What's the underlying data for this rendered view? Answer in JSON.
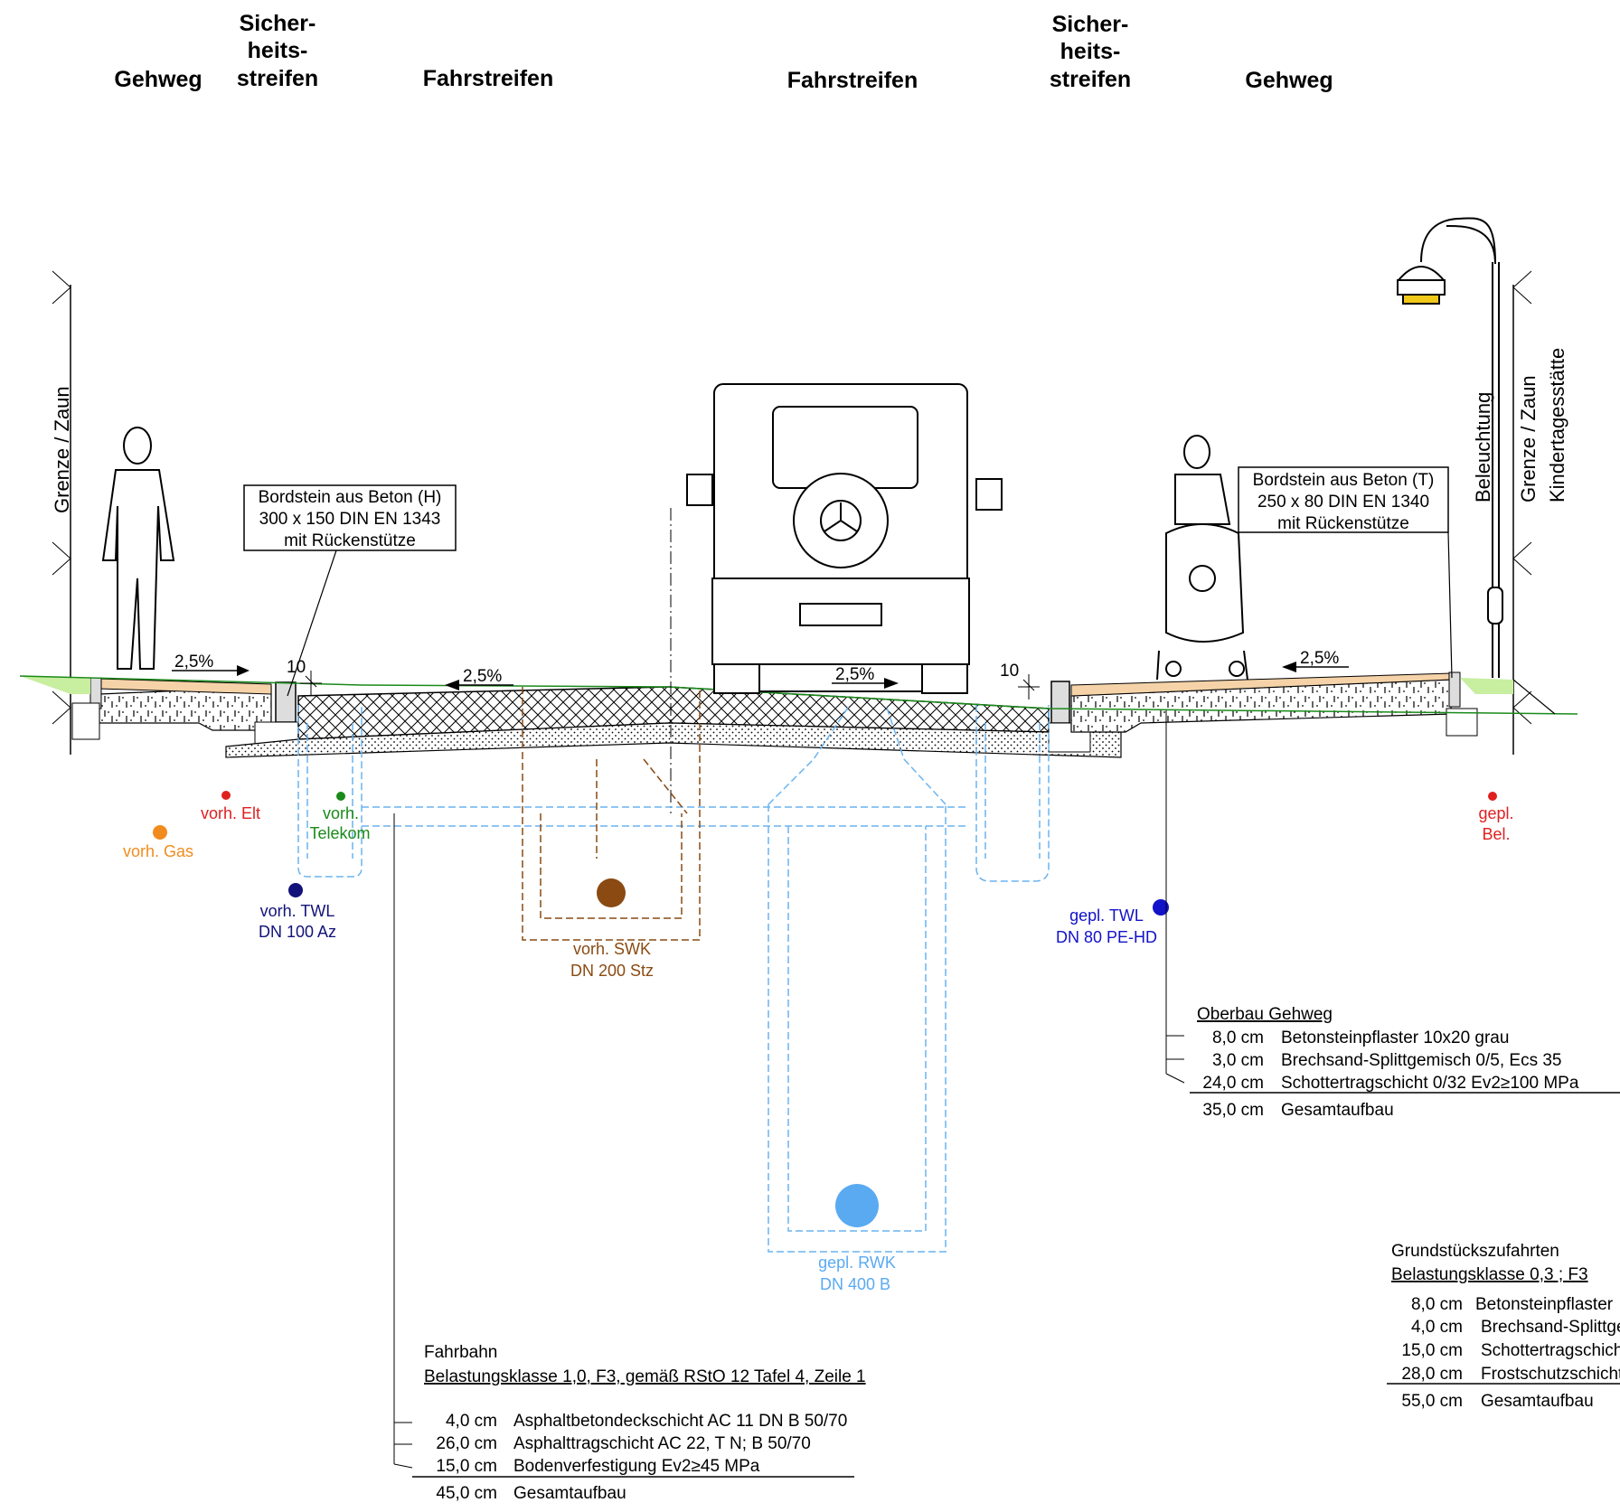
{
  "headers": {
    "gehweg_left": "Gehweg",
    "sicher_left": [
      "Sicher-",
      "heits-",
      "streifen"
    ],
    "fahr_left": "Fahrstreifen",
    "fahr_right": "Fahrstreifen",
    "sicher_right": [
      "Sicher-",
      "heits-",
      "streifen"
    ],
    "gehweg_right": "Gehweg"
  },
  "boundary": {
    "left": "Grenze / Zaun",
    "right_line1": "Grenze / Zaun",
    "right_line2": "Kindertagesstätte",
    "lighting": "Beleuchtung"
  },
  "curbs": {
    "left": [
      "Bordstein aus Beton (H)",
      "300 x 150 DIN EN 1343",
      "mit Rückenstütze"
    ],
    "right": [
      "Bordstein aus Beton (T)",
      "250 x 80 DIN EN 1340",
      "mit Rückenstütze"
    ]
  },
  "dimensions": {
    "left_curb_offset": "10",
    "right_curb_offset": "10"
  },
  "slopes": {
    "gehweg_left": "2,5%",
    "fahr_left": "2,5%",
    "fahr_right": "2,5%",
    "gehweg_right": "2,5%"
  },
  "utilities": {
    "elt": {
      "label": "vorh. Elt",
      "color": "#e02020"
    },
    "gas": {
      "label": "vorh. Gas",
      "color": "#f08c1e"
    },
    "telekom": {
      "line1": "vorh.",
      "line2": "Telekom",
      "color": "#1a8a1a"
    },
    "twl_existing": {
      "line1": "vorh. TWL",
      "line2": "DN 100 Az",
      "color": "#12127a"
    },
    "swk": {
      "line1": "vorh. SWK",
      "line2": "DN 200 Stz",
      "color": "#8a4a12"
    },
    "rwk": {
      "line1": "gepl. RWK",
      "line2": "DN 400 B",
      "color": "#5aaaf2"
    },
    "twl_planned": {
      "line1": "gepl. TWL",
      "line2": "DN 80 PE-HD",
      "color": "#1212c8"
    },
    "bel": {
      "line1": "gepl.",
      "line2": "Bel.",
      "color": "#e02020"
    }
  },
  "oberbau_gehweg": {
    "title": "Oberbau Gehweg",
    "layers": [
      {
        "thickness": "8,0 cm",
        "desc": "Betonsteinpflaster 10x20 grau"
      },
      {
        "thickness": "3,0 cm",
        "desc": "Brechsand-Splittgemisch 0/5, Ecs 35"
      },
      {
        "thickness": "24,0 cm",
        "desc": "Schottertragschicht 0/32 Ev2≥100 MPa"
      }
    ],
    "total": {
      "thickness": "35,0 cm",
      "desc": "Gesamtaufbau"
    }
  },
  "fahrbahn": {
    "title": "Fahrbahn",
    "subtitle": "Belastungsklasse 1,0, F3, gemäß RStO 12 Tafel 4, Zeile 1",
    "layers": [
      {
        "thickness": "4,0 cm",
        "desc": "Asphaltbetondeckschicht AC 11 DN B 50/70"
      },
      {
        "thickness": "26,0 cm",
        "desc": "Asphalttragschicht AC 22, T N; B 50/70"
      },
      {
        "thickness": "15,0 cm",
        "desc": "Bodenverfestigung Ev2≥45 MPa"
      }
    ],
    "total": {
      "thickness": "45,0 cm",
      "desc": "Gesamtaufbau"
    }
  },
  "zufahrten": {
    "title": "Grundstückszufahrten",
    "subtitle": "Belastungsklasse 0,3 ; F3",
    "layers": [
      {
        "thickness": "8,0 cm",
        "desc": "Betonsteinpflaster"
      },
      {
        "thickness": "4,0 cm",
        "desc": "Brechsand-Splittgemisch"
      },
      {
        "thickness": "15,0 cm",
        "desc": "Schottertragschicht"
      },
      {
        "thickness": "28,0 cm",
        "desc": "Frostschutzschicht"
      }
    ],
    "total": {
      "thickness": "55,0 cm",
      "desc": "Gesamtaufbau"
    }
  },
  "colors": {
    "ground_line": "#1a8a1a",
    "paving": "#f5d2a8",
    "verge": "#c8eea0",
    "lamp": "#f0c818",
    "utility_dashed": "#6ab4f0",
    "sewer_dashed": "#8a4a12"
  }
}
